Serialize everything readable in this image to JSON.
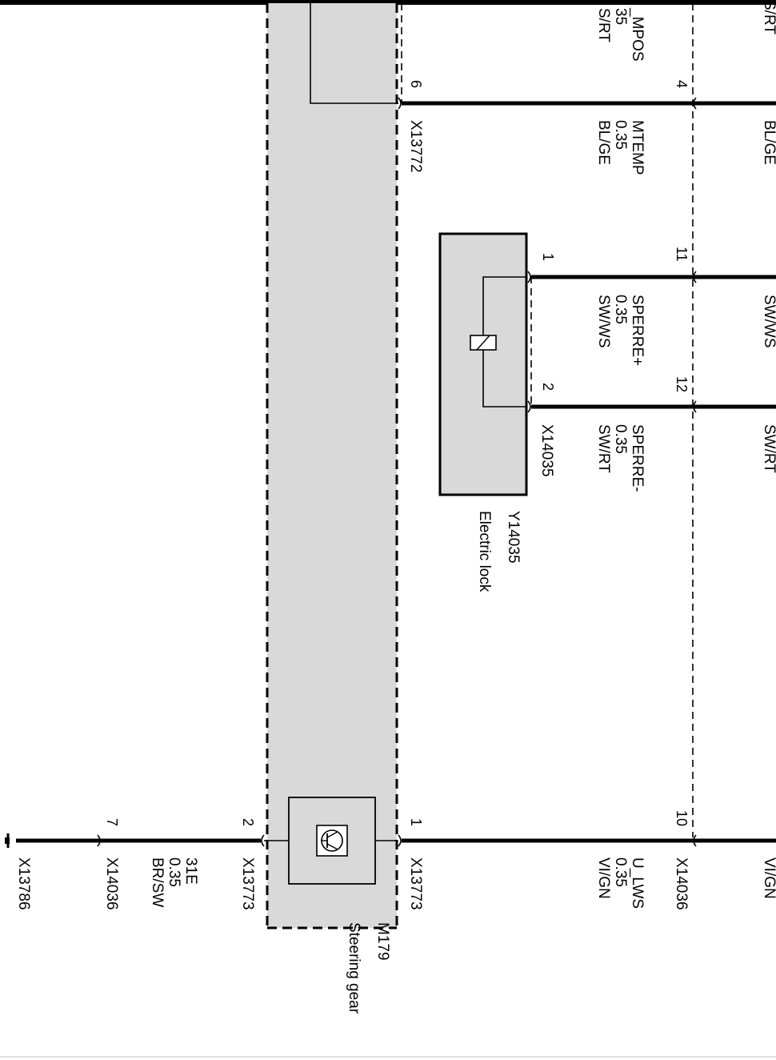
{
  "colors": {
    "component_fill": "#d9d9d9",
    "line": "#000000",
    "background": "#ffffff"
  },
  "icons": {
    "lock": "solenoid-icon",
    "sensor": "transistor-icon",
    "ground": "ground-icon"
  },
  "top_wire": {
    "signal_partial": "_MPOS",
    "gauge_partial": "35",
    "color_partial": "S/RT",
    "right_color_partial": "S/RT"
  },
  "mtemp_wire": {
    "pin_left": "6",
    "pin_right": "4",
    "connector": "X13772",
    "signal": "MTEMP",
    "gauge": "0.35",
    "color": "BL/GE",
    "right_color_partial": "BL/GE"
  },
  "lock": {
    "id": "Y14035",
    "name": "Electric lock",
    "connector": "X14035",
    "pin_a": "1",
    "pin_b": "2",
    "harness_pin_a": "11",
    "harness_pin_b": "12",
    "wire_a": {
      "signal": "SPERRE+",
      "gauge": "0.35",
      "color": "SW/WS",
      "right_color_partial": "SW/WS"
    },
    "wire_b": {
      "signal": "SPERRE-",
      "gauge": "0.35",
      "color": "SW/RT",
      "right_color_partial": "SW/RT"
    }
  },
  "steering_gear": {
    "id": "M179",
    "name": "Steering gear",
    "connector_a": "X13773",
    "connector_b": "X13773",
    "pin_a": "1",
    "pin_b": "2"
  },
  "u_lws_wire": {
    "pin": "10",
    "connector": "X14036",
    "signal": "U_LWS",
    "gauge": "0.35",
    "color": "VI/GN",
    "right_color_partial": "VI/GN"
  },
  "ground_wire": {
    "pin": "7",
    "connector": "X14036",
    "signal": "31E",
    "gauge": "0.35",
    "color": "BR/SW",
    "ground_connector": "X13786"
  }
}
